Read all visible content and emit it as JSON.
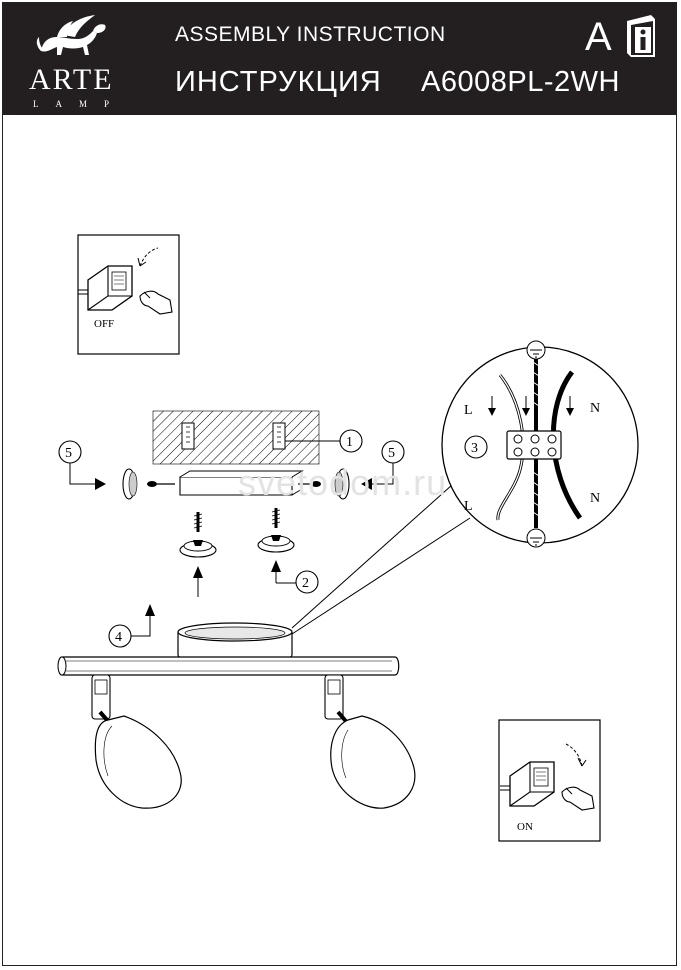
{
  "header": {
    "brand": "ARTE",
    "brand_sub": "LAMP",
    "title_en": "ASSEMBLY  INSTRUCTION",
    "title_ru": "ИНСТРУКЦИЯ",
    "model": "A6008PL-2WH",
    "lang_letter": "A"
  },
  "diagram": {
    "switch_off_label": "OFF",
    "switch_on_label": "ON",
    "step_1": "1",
    "step_2": "2",
    "step_3": "3",
    "step_4": "4",
    "step_5_left": "5",
    "step_5_right": "5",
    "wire_L_top": "L",
    "wire_L_bottom": "L",
    "wire_N_top": "N",
    "wire_N_bottom": "N"
  },
  "watermark": "svetodom.ru",
  "colors": {
    "header_bg": "#231f20",
    "line": "#000000",
    "watermark": "#e3e3e3"
  }
}
